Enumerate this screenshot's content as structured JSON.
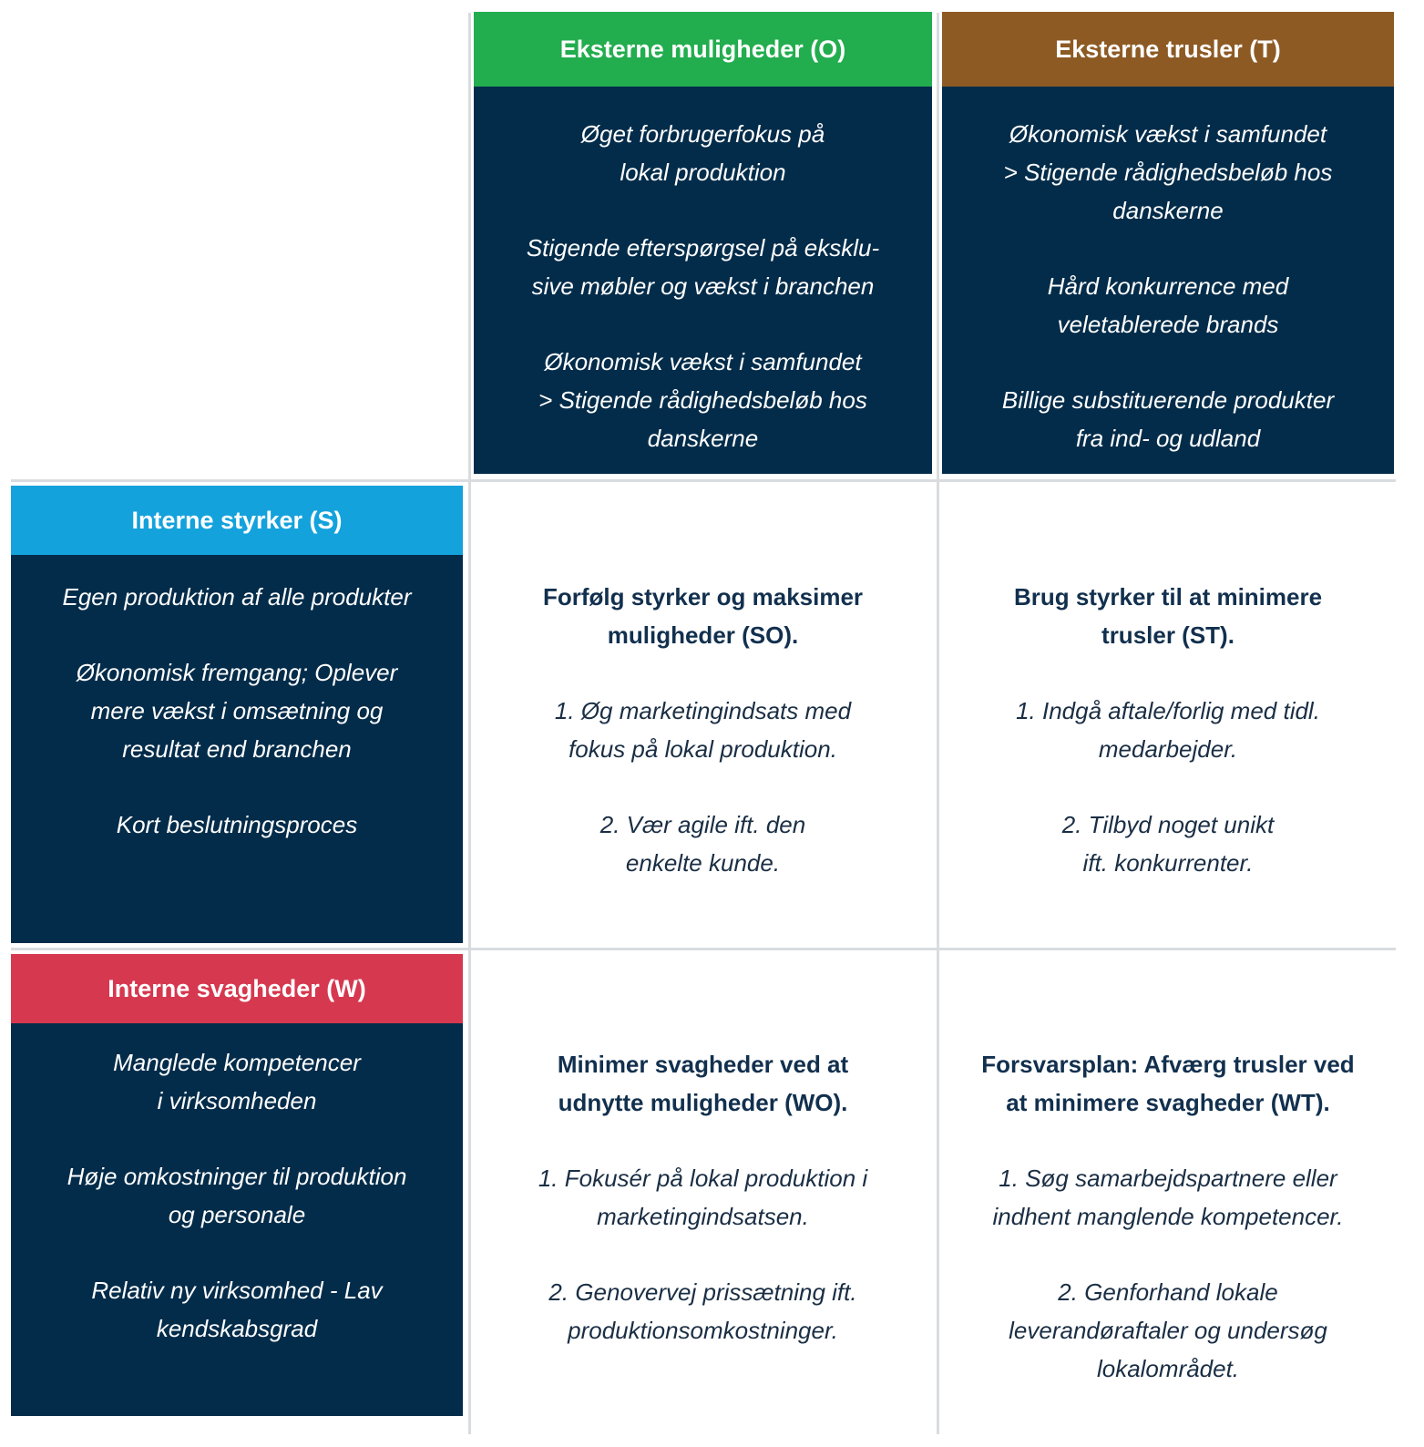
{
  "opportunities": {
    "title": "Eksterne muligheder (O)",
    "items": [
      "Øget forbrugerfokus på\nlokal produktion",
      "Stigende efterspørgsel på eksklu-\nsive møbler og vækst i branchen",
      "Økonomisk vækst i samfundet\n> Stigende rådighedsbeløb hos\ndanskerne"
    ],
    "color": "#22ad4e"
  },
  "threats": {
    "title": "Eksterne trusler (T)",
    "items": [
      "Økonomisk vækst i samfundet\n> Stigende rådighedsbeløb hos\ndanskerne",
      "Hård konkurrence med\nveletablerede brands",
      "Billige substituerende produkter\nfra ind- og udland"
    ],
    "color": "#8d5a24"
  },
  "strengths": {
    "title": "Interne styrker (S)",
    "items": [
      "Egen produktion af alle produkter",
      "Økonomisk fremgang; Oplever\nmere vækst i omsætning og\nresultat end branchen",
      "Kort beslutningsproces"
    ],
    "color": "#14a2dc"
  },
  "weaknesses": {
    "title": "Interne svagheder (W)",
    "items": [
      "Manglede kompetencer\ni virksomheden",
      "Høje omkostninger til produktion\nog personale",
      "Relativ ny virksomhed - Lav\nkendskabsgrad"
    ],
    "color": "#d6384f"
  },
  "so": {
    "title": "Forfølg styrker og maksimer\nmuligheder (SO).",
    "items": [
      "1. Øg marketingindsats med\nfokus på lokal produktion.",
      "2. Vær agile ift. den\nenkelte kunde."
    ]
  },
  "st": {
    "title": "Brug styrker til at minimere\ntrusler (ST).",
    "items": [
      "1. Indgå aftale/forlig med tidl.\nmedarbejder.",
      "2. Tilbyd noget unikt\nift. konkurrenter."
    ]
  },
  "wo": {
    "title": "Minimer svagheder ved at\nudnytte muligheder (WO).",
    "items": [
      "1. Fokusér på lokal produktion i\nmarketingindsatsen.",
      "2. Genovervej prissætning ift.\nproduktionsomkostninger."
    ]
  },
  "wt": {
    "title": "Forsvarsplan: Afværg trusler ved\nat minimere svagheder (WT).",
    "items": [
      "1. Søg samarbejdspartnere eller\nindhent manglende kompetencer.",
      "2. Genforhand lokale\nleverandøraftaler og undersøg\nlokalområdet."
    ]
  },
  "dark_color": "#032c4a"
}
